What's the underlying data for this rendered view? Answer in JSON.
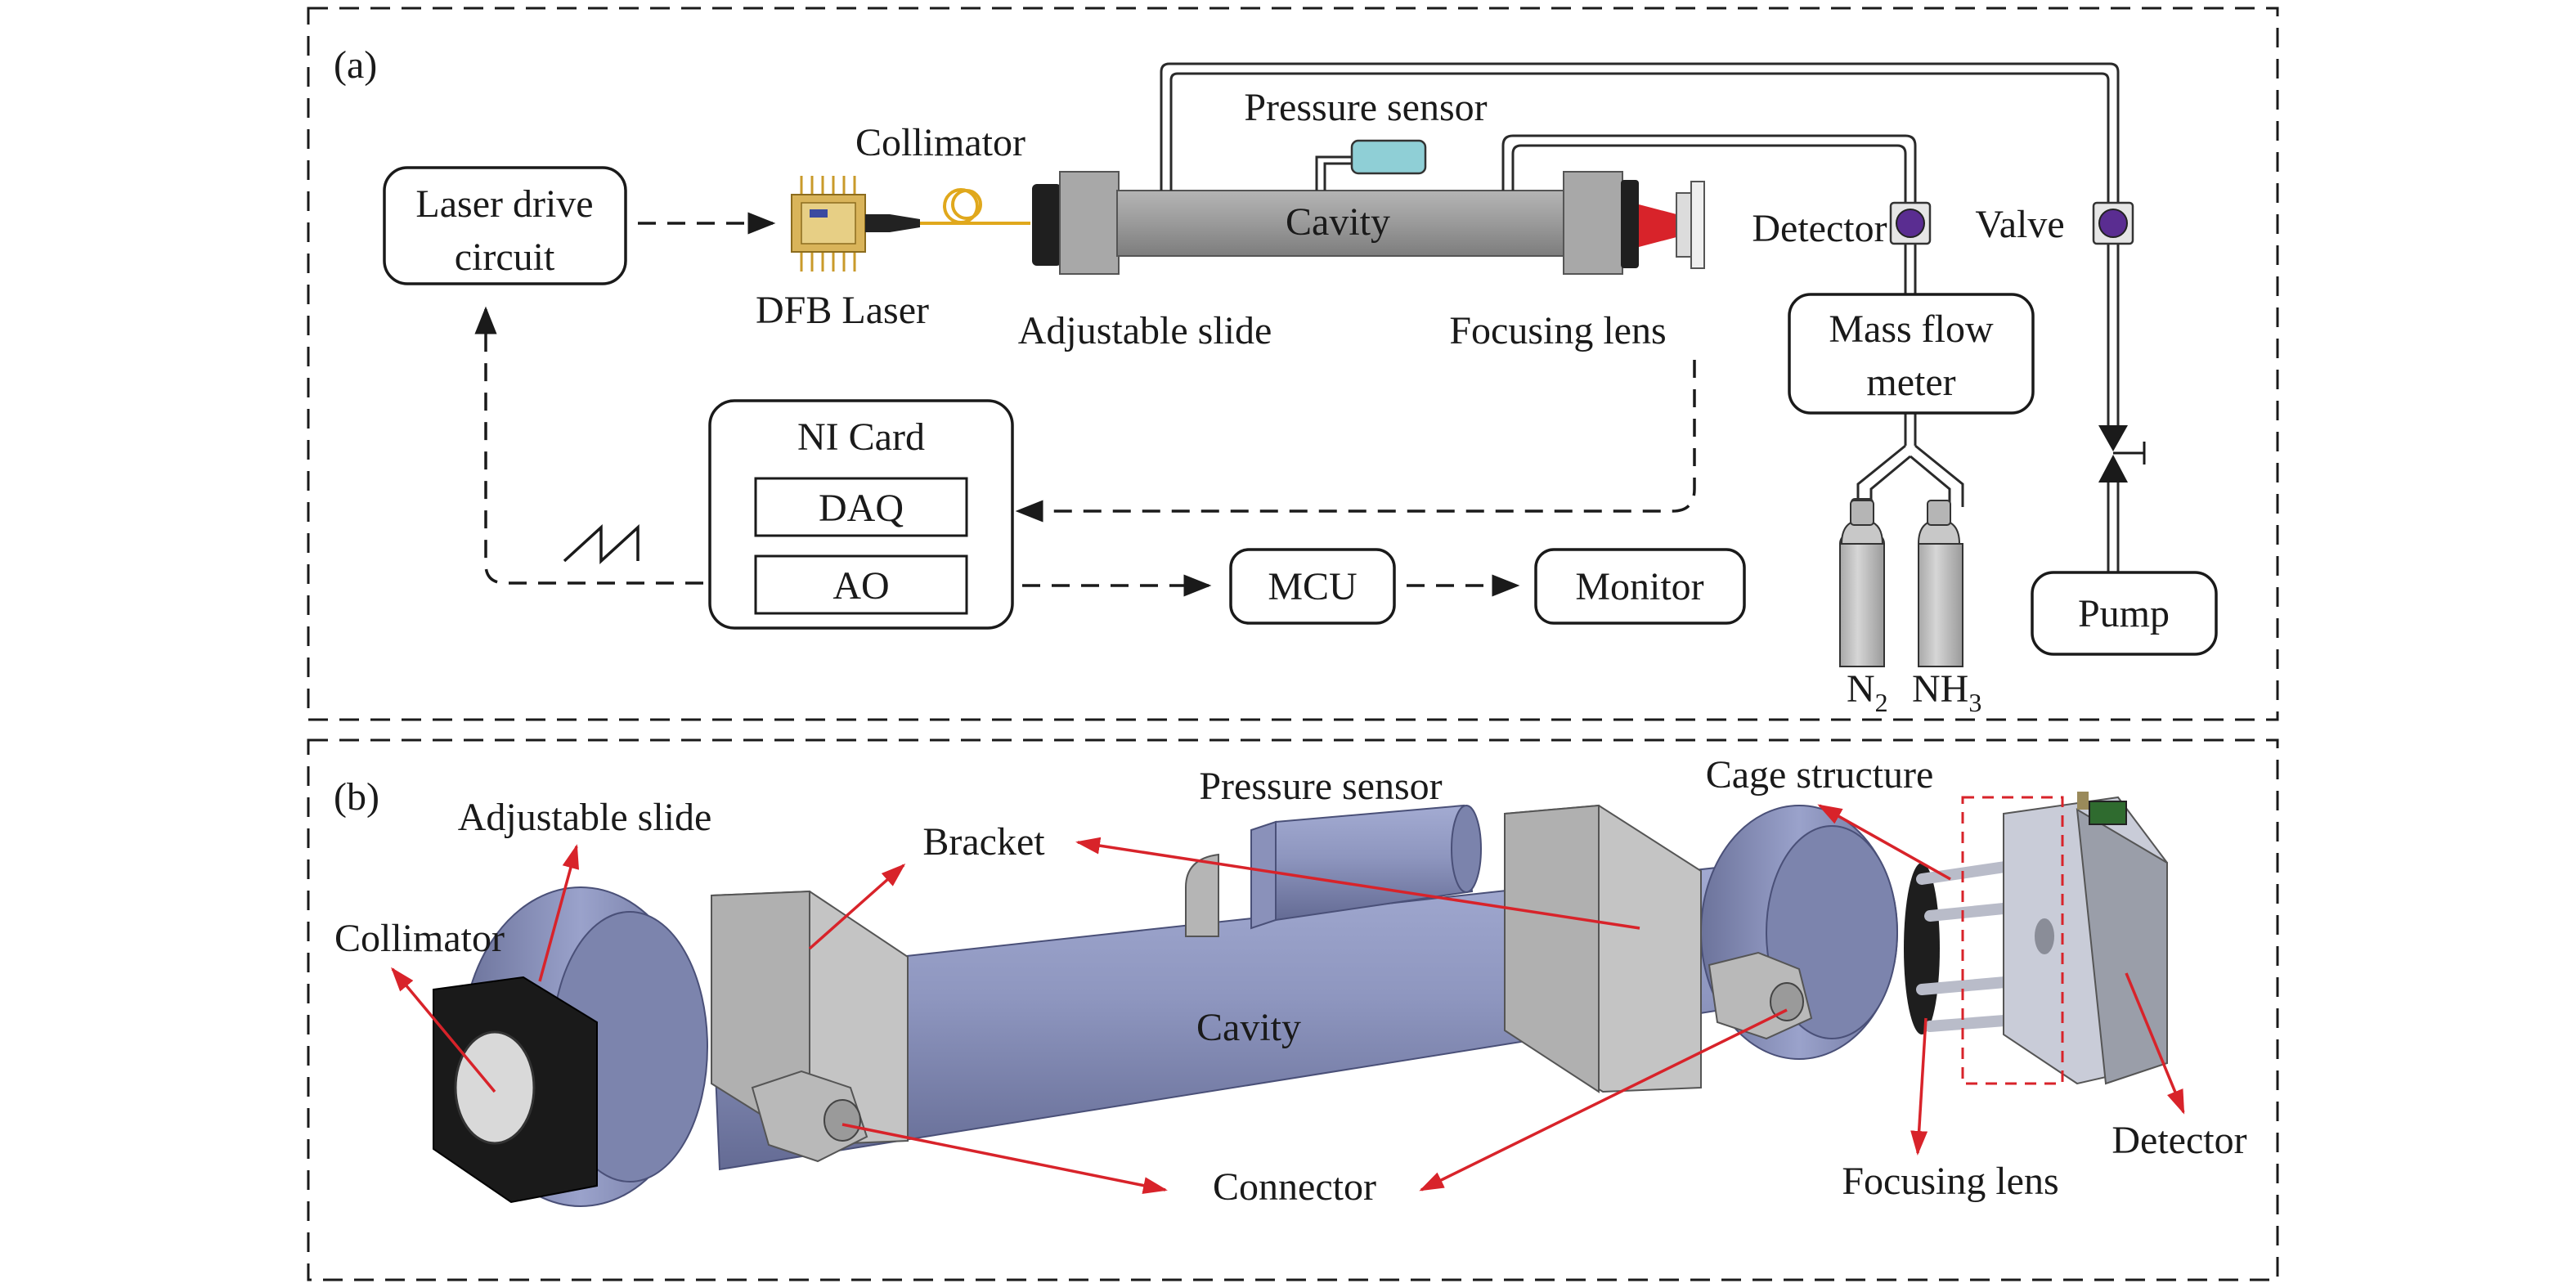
{
  "panel_a": {
    "label": "(a)",
    "laser_drive": [
      "Laser drive",
      "circuit"
    ],
    "dfb_laser": "DFB Laser",
    "collimator": "Collimator",
    "pressure_sensor": "Pressure sensor",
    "cavity": "Cavity",
    "adjustable_slide": "Adjustable slide",
    "focusing_lens": "Focusing lens",
    "detector": "Detector",
    "valve": "Valve",
    "mass_flow_meter": [
      "Mass flow",
      "meter"
    ],
    "ni_card": "NI Card",
    "daq": "DAQ",
    "ao": "AO",
    "mcu": "MCU",
    "monitor": "Monitor",
    "pump": "Pump",
    "gas1": "N",
    "gas1_sub": "2",
    "gas2": "NH",
    "gas2_sub": "3"
  },
  "panel_b": {
    "label": "(b)",
    "adjustable_slide": "Adjustable slide",
    "collimator": "Collimator",
    "bracket": "Bracket",
    "pressure_sensor": "Pressure sensor",
    "cage_structure": "Cage structure",
    "cavity": "Cavity",
    "connector": "Connector",
    "focusing_lens": "Focusing lens",
    "detector": "Detector"
  },
  "colors": {
    "arrow_red": "#d8232a",
    "cavity_gray": "#9a9a9a",
    "pressure_cyan": "#8fcfd6",
    "valve_purple": "#5a2d91",
    "steel_blue": "#8e96bf",
    "cylinder_gray": "#c4c4c4"
  }
}
